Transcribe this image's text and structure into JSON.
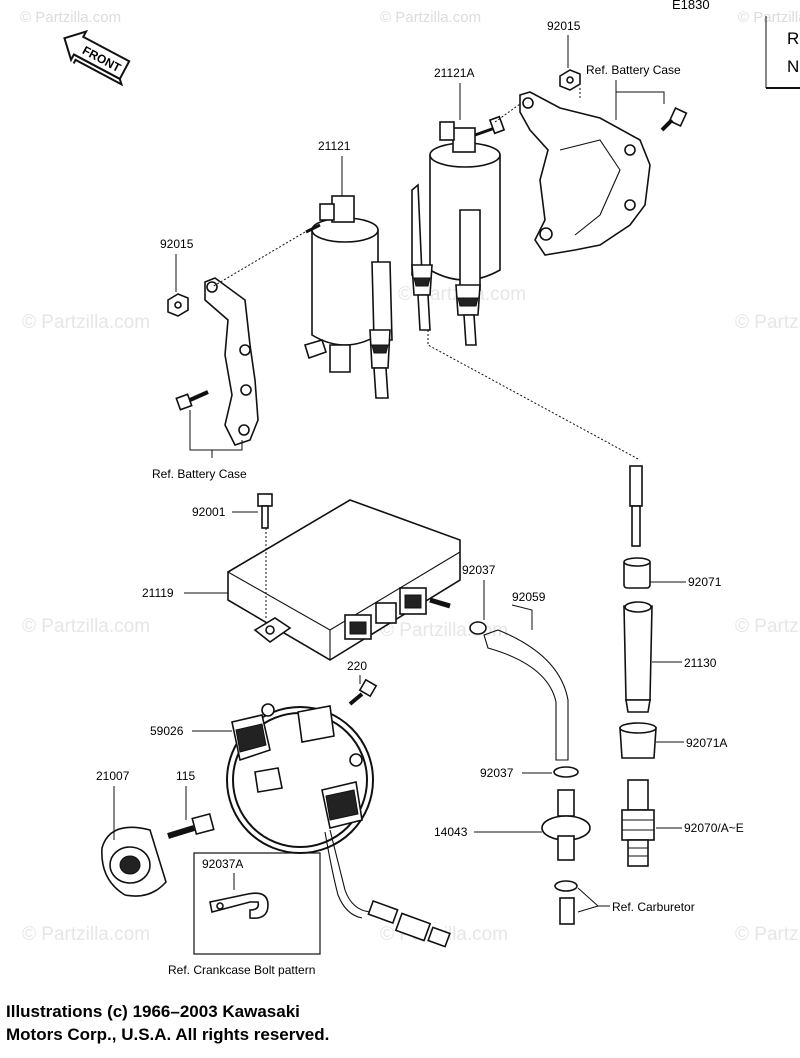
{
  "diagram_code": "E1830",
  "corner_letters": [
    "R",
    "N"
  ],
  "front_label": "FRONT",
  "watermarks": [
    "© Partzilla.com",
    "© Partzilla.com",
    "© Partzilla.com",
    "© Partzilla.com",
    "© Partzilla.com",
    "© Partzilla.com",
    "© Partzilla.com",
    "© Partzilla.com",
    "© Partzilla.com",
    "© Partzilla.com",
    "© Partzilla.com",
    "© Partzilla.com"
  ],
  "labels": {
    "p92015_top": "92015",
    "ref_battery_case_top": "Ref. Battery Case",
    "p21121A": "21121A",
    "p21121": "21121",
    "p92015_left": "92015",
    "ref_battery_case_left": "Ref. Battery Case",
    "p92001": "92001",
    "p21119": "21119",
    "p92037_mid": "92037",
    "p92059": "92059",
    "p92071": "92071",
    "p21130": "21130",
    "p220": "220",
    "p59026": "59026",
    "p92071A": "92071A",
    "p21007": "21007",
    "p115": "115",
    "p92037_low": "92037",
    "p14043": "14043",
    "p92070": "92070/A~E",
    "p92037A": "92037A",
    "ref_carburetor": "Ref. Carburetor",
    "ref_crankcase": "Ref. Crankcase Bolt pattern"
  },
  "copyright": {
    "line1": "Illustrations (c) 1966–2003 Kawasaki",
    "line2": "Motors Corp., U.S.A.  All rights reserved."
  }
}
